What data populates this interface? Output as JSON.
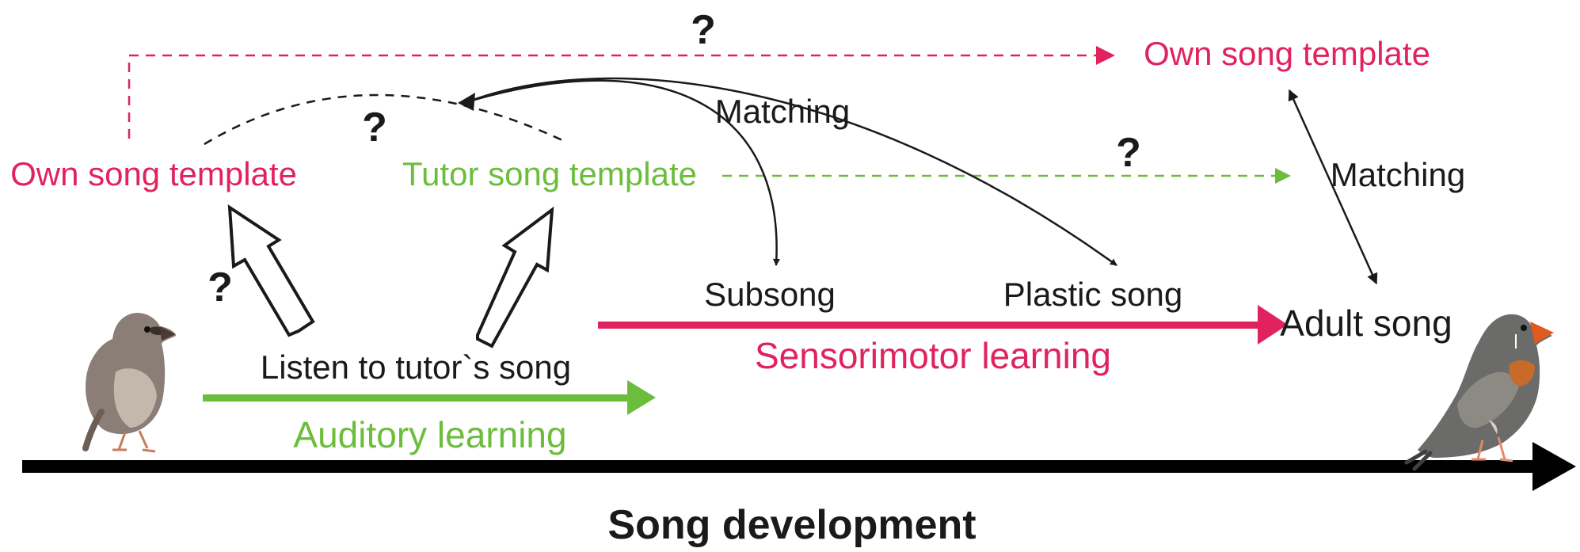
{
  "colors": {
    "pink": "#e0235f",
    "green": "#6cbd3c",
    "black": "#1a1a1a"
  },
  "labels": {
    "own_song_template_left": "Own song template",
    "tutor_song_template": "Tutor song template",
    "own_song_template_right": "Own song template",
    "matching_top": "Matching",
    "matching_right": "Matching",
    "subsong": "Subsong",
    "plastic_song": "Plastic song",
    "adult_song": "Adult song",
    "listen_to_tutor": "Listen to tutor`s song",
    "auditory_learning": "Auditory learning",
    "sensorimotor_learning": "Sensorimotor learning",
    "axis_title": "Song development"
  },
  "question_marks": {
    "top": "?",
    "dashed_arc": "?",
    "tutor_link": "?",
    "hollow_arrow": "?"
  },
  "icons": {
    "juvenile_bird": "juvenile-zebra-finch",
    "adult_bird": "adult-zebra-finch"
  }
}
